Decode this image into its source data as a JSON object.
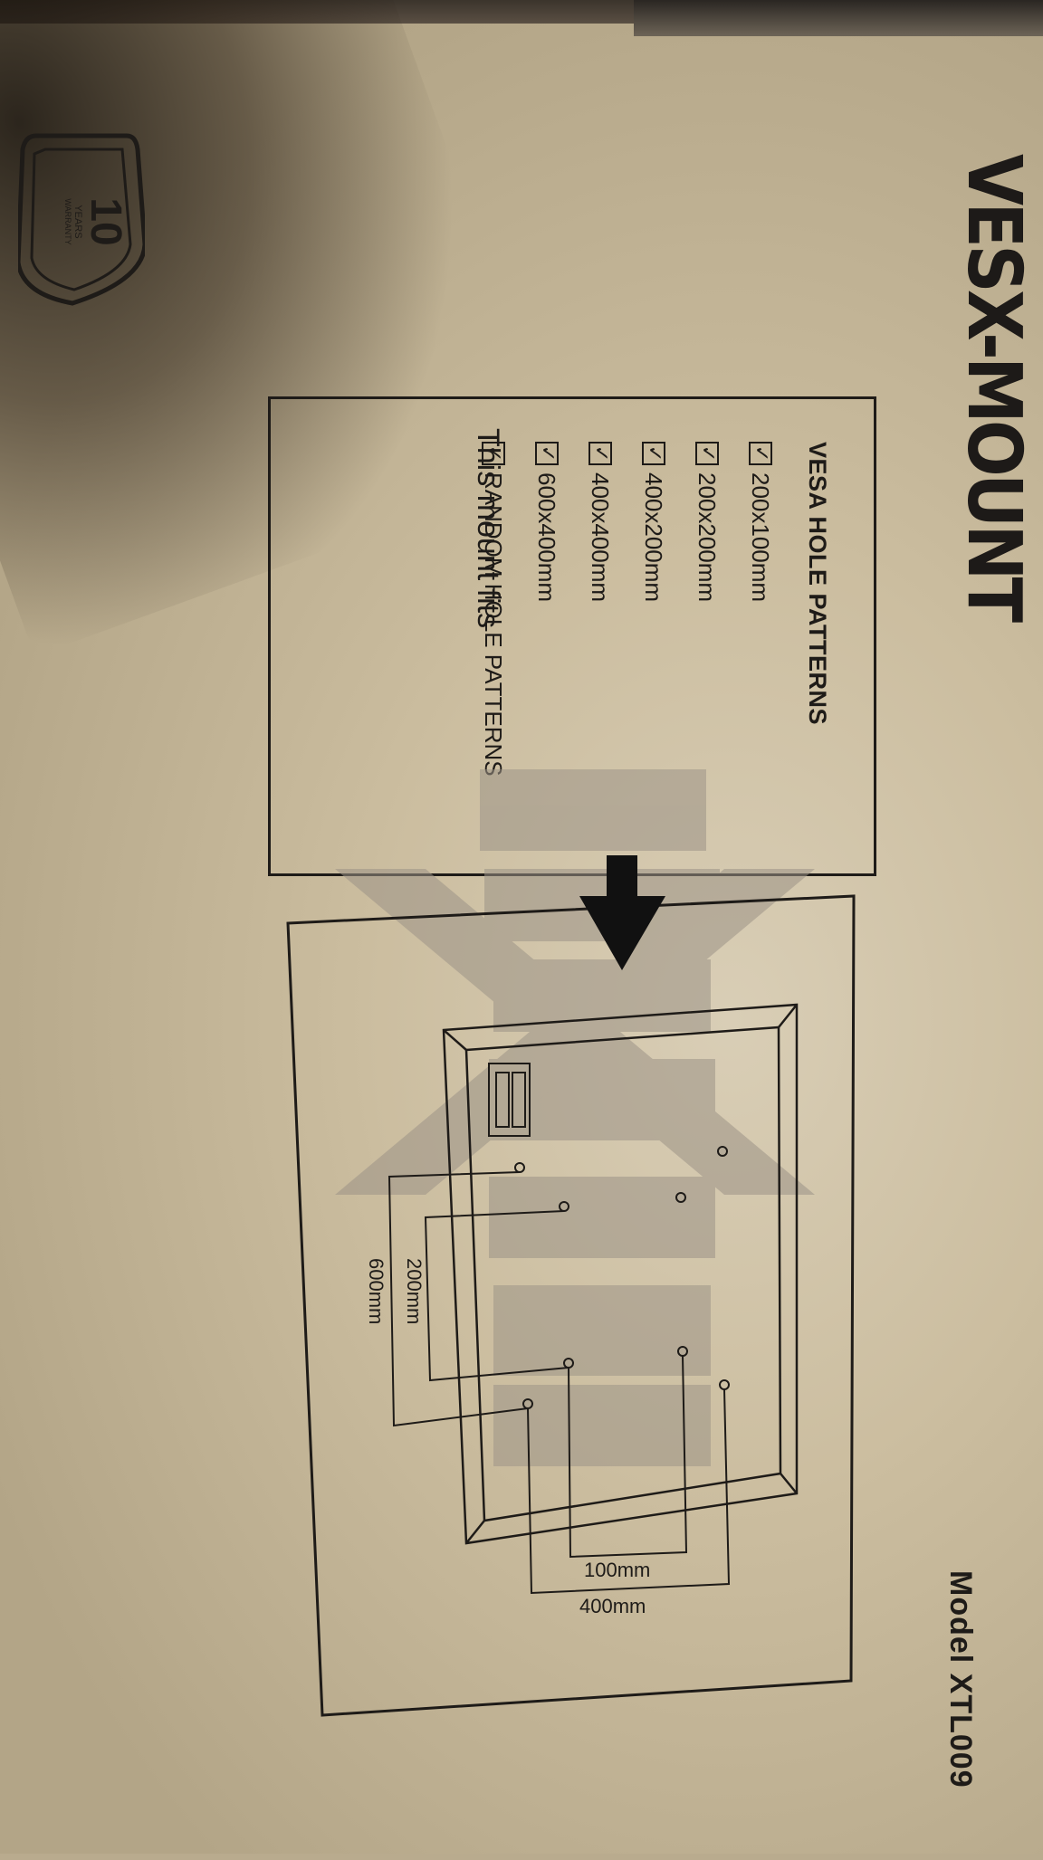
{
  "box": {
    "brand": "VESX-MOUNT",
    "model": "Model XTL009",
    "warranty_number": "10",
    "warranty_line1": "YEARS",
    "warranty_line2": "WARRANTY",
    "colors": {
      "cardboard": "#cbbd9f",
      "ink": "#1e1b18",
      "watermark": "#9c9387"
    }
  },
  "info": {
    "heading": "VESA HOLE PATTERNS",
    "fits": "This mount fits",
    "patterns": [
      {
        "label": "200x100mm",
        "checked": true
      },
      {
        "label": "200x200mm",
        "checked": true
      },
      {
        "label": "400x200mm",
        "checked": true
      },
      {
        "label": "400x400mm",
        "checked": true
      },
      {
        "label": "600x400mm",
        "checked": true
      },
      {
        "label": "RANDOM HOLE PATTERNS",
        "checked": true
      }
    ],
    "check_glyph": "✓"
  },
  "diagram": {
    "dim_100": "100mm",
    "dim_400": "400mm",
    "dim_200": "200mm",
    "dim_600": "600mm",
    "arrow_icon": "down-arrow-icon"
  }
}
